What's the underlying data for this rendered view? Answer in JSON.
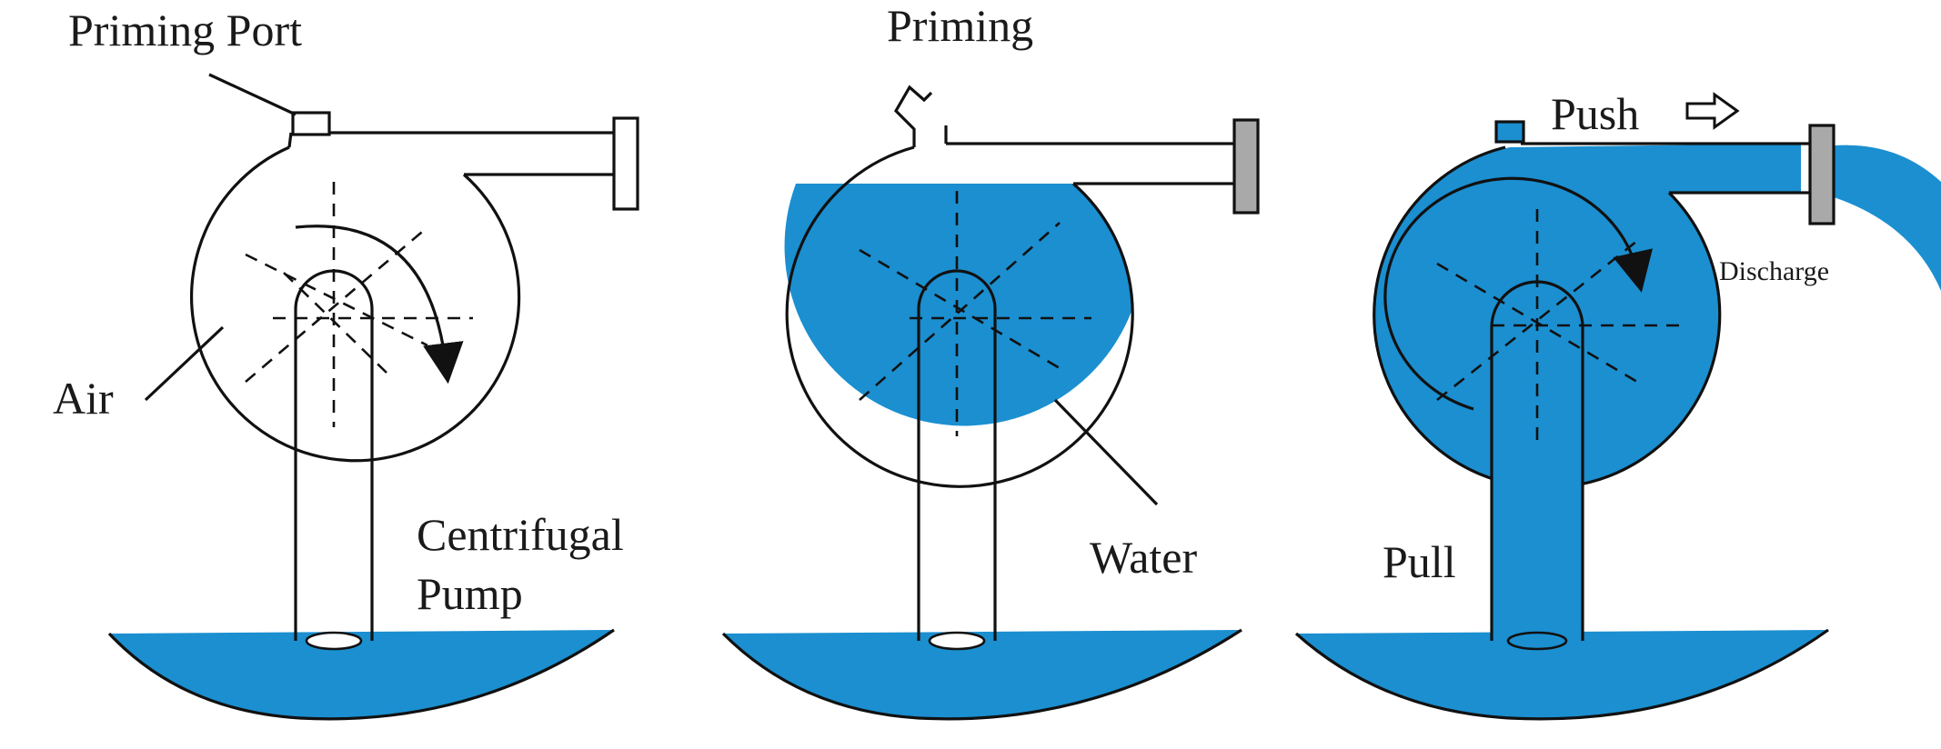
{
  "colors": {
    "water": "#1b8fd0",
    "outline": "#111111",
    "flange": "#a9a9a9",
    "background": "#ffffff"
  },
  "panels": [
    {
      "id": "empty",
      "labels": {
        "priming_port": "Priming Port",
        "air": "Air",
        "pump_line1": "Centrifugal",
        "pump_line2": "Pump"
      }
    },
    {
      "id": "priming",
      "labels": {
        "title": "Priming",
        "water": "Water"
      }
    },
    {
      "id": "running",
      "labels": {
        "push": "Push",
        "discharge": "Discharge",
        "pull": "Pull"
      }
    }
  ],
  "icons": {
    "push_arrow": "right-arrow-icon",
    "rotation_arrow": "curved-arrow-icon"
  }
}
